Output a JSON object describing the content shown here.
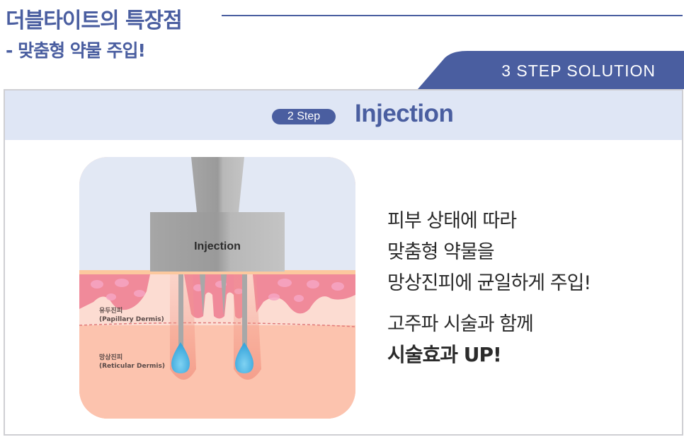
{
  "header": {
    "title": "더블타이트의 특장점",
    "subtitle": "- 맞춤형 약물 주입!",
    "accent_color": "#4a5ea0"
  },
  "tab": {
    "label": "3 STEP SOLUTION"
  },
  "panel": {
    "step_badge": "2 Step",
    "step_title": "Injection",
    "header_bg": "#dfe6f5"
  },
  "illustration": {
    "device_label": "Injection",
    "layers": [
      {
        "ko": "유두진피",
        "en": "(Papillary Dermis)"
      },
      {
        "ko": "망상진피",
        "en": "(Reticular Dermis)"
      }
    ]
  },
  "copy": {
    "lines": [
      "피부 상태에 따라",
      "맞춤형 약물을",
      "망상진피에 균일하게 주입!",
      "고주파 시술과 함께"
    ],
    "emphasis": "시술효과 UP!"
  }
}
